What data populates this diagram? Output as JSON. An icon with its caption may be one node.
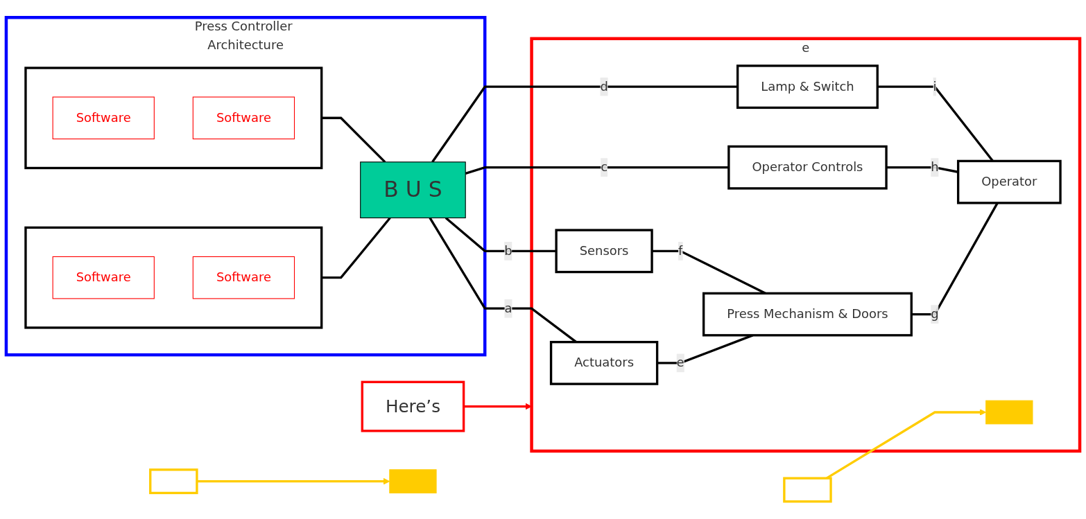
{
  "diagram": {
    "nodes": [
      {
        "text": [
          "Press Controller Architecture"
        ]
      },
      {
        "text": [],
        "shape": "box",
        "in": 0
      },
      {
        "text": [
          "Software"
        ],
        "in": 1
      },
      {
        "text": [
          "Software"
        ],
        "in": 1
      },
      {
        "text": [],
        "shape": "box",
        "in": 0
      },
      {
        "text": [
          "Software"
        ],
        "in": 4
      },
      {
        "text": [
          "Software"
        ],
        "in": 4
      },
      {
        "text": [
          "B U S"
        ],
        "in": 0
      },
      {
        "text": [],
        "shape": "bar"
      },
      {
        "text": [
          "e"
        ]
      },
      {
        "text": [
          "Actuators"
        ],
        "in": 9
      },
      {
        "text": [
          "Sensors"
        ],
        "in": 9
      },
      {
        "text": [
          "Press Mechanism & Doors"
        ],
        "in": 9
      },
      {
        "text": [
          "Operator Controls"
        ],
        "in": 9
      },
      {
        "text": [
          "Lamp & Switch"
        ],
        "in": 9
      },
      {
        "text": [],
        "shape": "bar",
        "in": 9
      },
      {
        "text": [
          "Operator"
        ],
        "in": 9
      },
      {
        "text": [],
        "shape": "box"
      },
      {
        "text": [],
        "shape": "box"
      },
      {
        "text": [
          "Here’s"
        ]
      }
    ],
    "edges": [
      {
        "from": 1,
        "to": 7,
        "arrow": "none"
      },
      {
        "from": 4,
        "to": 7,
        "arrow": "none"
      },
      {
        "from": 7,
        "to": 10,
        "arrow": "none",
        "label": "a"
      },
      {
        "from": 7,
        "to": 11,
        "arrow": "none",
        "label": "b"
      },
      {
        "from": 7,
        "to": 13,
        "arrow": "none",
        "label": "c"
      },
      {
        "from": 7,
        "to": 14,
        "arrow": "none",
        "label": "d"
      },
      {
        "from": 10,
        "to": 12,
        "arrow": "none",
        "label": "e"
      },
      {
        "from": 11,
        "to": 12,
        "arrow": "none",
        "label": "f"
      },
      {
        "from": 12,
        "to": 16,
        "arrow": "none",
        "label": "g"
      },
      {
        "from": 13,
        "to": 16,
        "arrow": "none",
        "label": "h"
      },
      {
        "from": 14,
        "to": 16,
        "arrow": "none",
        "label": "i"
      },
      {
        "from": 18,
        "to": 15,
        "arrow": "to",
        "color": "#ffcc00"
      },
      {
        "from": 17,
        "to": 8,
        "arrow": "to",
        "color": "#ffcc00"
      },
      {
        "from": 19,
        "to": 9,
        "arrow": "to",
        "color": "#ff0000"
      }
    ]
  }
}
